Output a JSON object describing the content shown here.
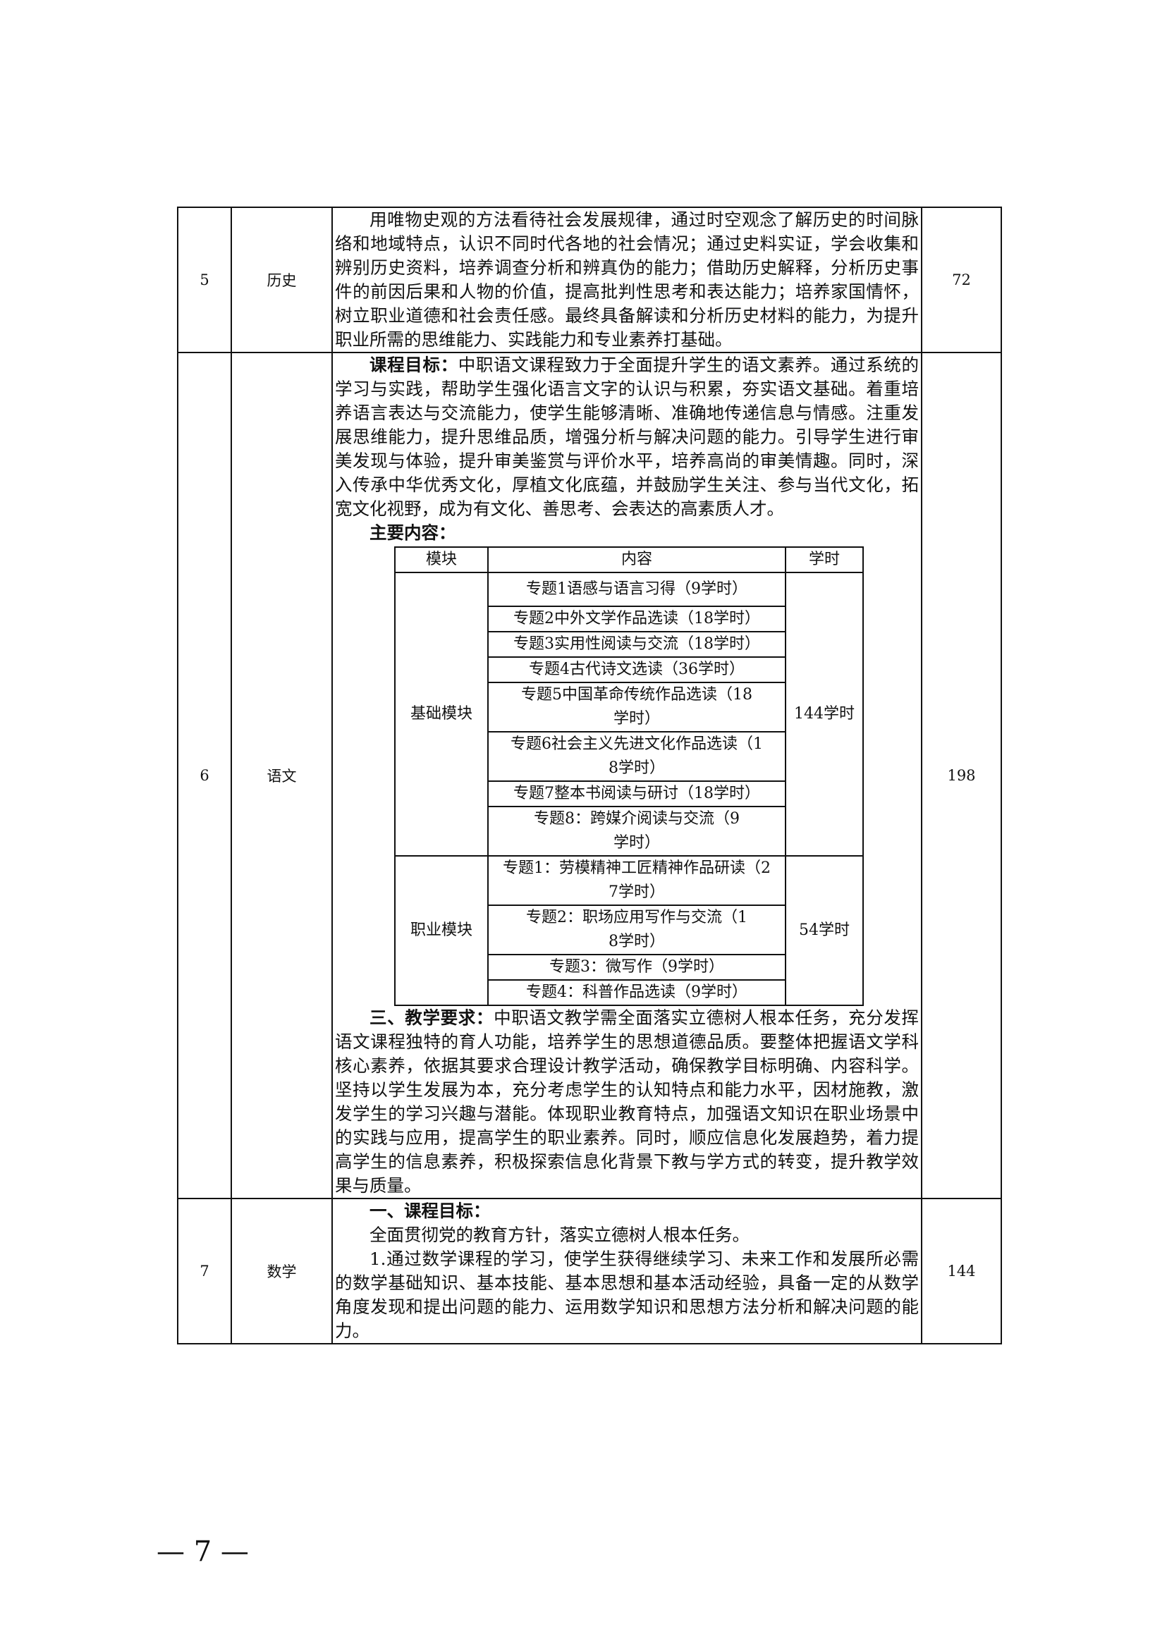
{
  "rows": [
    {
      "no": "5",
      "subject": "历史",
      "hours": "72",
      "text": "用唯物史观的方法看待社会发展规律，通过时空观念了解历史的时间脉络和地域特点，认识不同时代各地的社会情况；通过史料实证，学会收集和辨别历史资料，培养调查分析和辨真伪的能力；借助历史解释，分析历史事件的前因后果和人物的价值，提高批判性思考和表达能力；培养家国情怀，树立职业道德和社会责任感。最终具备解读和分析历史材料的能力，为提升职业所需的思维能力、实践能力和专业素养打基础。"
    },
    {
      "no": "6",
      "subject": "语文",
      "hours": "198",
      "goal_label": "课程目标：",
      "goal_text": "中职语文课程致力于全面提升学生的语文素养。通过系统的学习与实践，帮助学生强化语言文字的认识与积累，夯实语文基础。着重培养语言表达与交流能力，使学生能够清晰、准确地传递信息与情感。注重发展思维能力，提升思维品质，增强分析与解决问题的能力。引导学生进行审美发现与体验，提升审美鉴赏与评价水平，培养高尚的审美情趣。同时，深入传承中华优秀文化，厚植文化底蕴，并鼓励学生关注、参与当代文化，拓宽文化视野，成为有文化、善思考、会表达的高素质人才。",
      "content_label": "主要内容：",
      "inner_table": {
        "headers": [
          "模块",
          "内容",
          "学时"
        ],
        "basic": {
          "name": "基础模块",
          "hours": "144学时",
          "items": [
            "专题1语感与语言习得（9学时）",
            "专题2中外文学作品选读（18学时）",
            "专题3实用性阅读与交流（18学时）",
            "专题4古代诗文选读（36学时）",
            "专题5中国革命传统作品选读（18学时）",
            "专题6社会主义先进文化作品选读（18学时）",
            "专题7整本书阅读与研讨（18学时）",
            "专题8：跨媒介阅读与交流（9学时）"
          ]
        },
        "career": {
          "name": "职业模块",
          "hours": "54学时",
          "items": [
            "专题1：劳模精神工匠精神作品研读（27学时）",
            "专题2：职场应用写作与交流（18学时）",
            "专题3：微写作（9学时）",
            "专题4：科普作品选读（9学时）"
          ]
        }
      },
      "req_label": "三、教学要求：",
      "req_text": "中职语文教学需全面落实立德树人根本任务，充分发挥语文课程独特的育人功能，培养学生的思想道德品质。要整体把握语文学科核心素养，依据其要求合理设计教学活动，确保教学目标明确、内容科学。坚持以学生发展为本，充分考虑学生的认知特点和能力水平，因材施教，激发学生的学习兴趣与潜能。体现职业教育特点，加强语文知识在职业场景中的实践与应用，提高学生的职业素养。同时，顺应信息化发展趋势，着力提高学生的信息素养，积极探索信息化背景下教与学方式的转变，提升教学效果与质量。"
    },
    {
      "no": "7",
      "subject": "数学",
      "hours": "144",
      "goal_label": "一、课程目标：",
      "line1": "全面贯彻党的教育方针，落实立德树人根本任务。",
      "line2": "1.通过数学课程的学习，使学生获得继续学习、未来工作和发展所必需的数学基础知识、基本技能、基本思想和基本活动经验，具备一定的从数学角度发现和提出问题的能力、运用数学知识和思想方法分析和解决问题的能力。"
    }
  ],
  "page_number": "— 7 —"
}
